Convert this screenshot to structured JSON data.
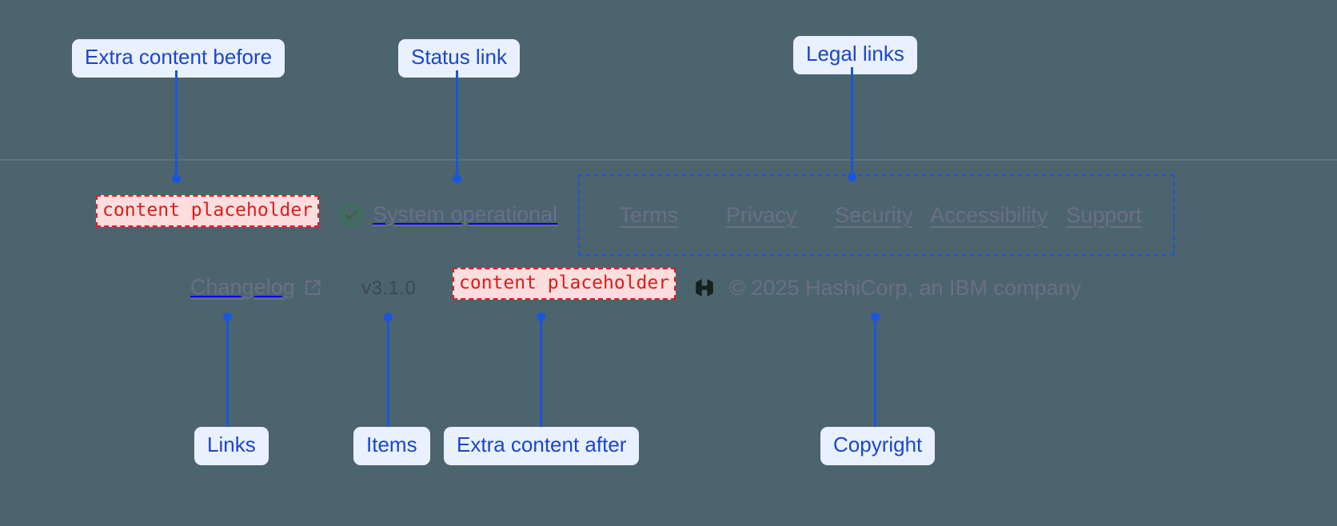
{
  "theme": {
    "background": "#4c646d",
    "annotation_accent": "#1a56db",
    "callout_bg": "#eaf1fe",
    "callout_text": "#1a47c8",
    "placeholder_text": "#e01b1b",
    "placeholder_bg": "#fddede",
    "link_color": "#6b6f86",
    "status_ok_color": "#1a8a2e"
  },
  "footer": {
    "extra_content_before": {
      "text": "content placeholder"
    },
    "extra_content_after": {
      "text": "content placeholder"
    },
    "status": {
      "icon": "check-circle-icon",
      "label": "System operational"
    },
    "legal_links": [
      {
        "label": "Terms"
      },
      {
        "label": "Privacy"
      },
      {
        "label": "Security"
      },
      {
        "label": "Accessibility"
      },
      {
        "label": "Support"
      }
    ],
    "changelog": {
      "label": "Changelog",
      "icon": "external-link-icon"
    },
    "version": {
      "label": "v3.1.0"
    },
    "copyright": {
      "logo": "hashicorp-logo",
      "text": "© 2025 HashiCorp, an IBM company"
    }
  },
  "annotations": [
    {
      "id": "extra-content-before",
      "label": "Extra content before"
    },
    {
      "id": "status-link",
      "label": "Status link"
    },
    {
      "id": "legal-links",
      "label": "Legal links"
    },
    {
      "id": "links",
      "label": "Links"
    },
    {
      "id": "items",
      "label": "Items"
    },
    {
      "id": "extra-content-after",
      "label": "Extra content after"
    },
    {
      "id": "copyright",
      "label": "Copyright"
    }
  ]
}
